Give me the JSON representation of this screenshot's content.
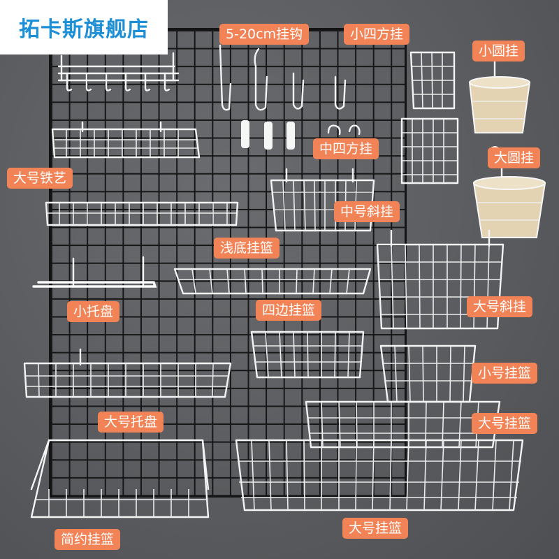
{
  "shop_name": "拓卡斯旗舰店",
  "labels": {
    "hook": "5-20cm挂钩",
    "small_square": "小四方挂",
    "small_round": "小圆挂",
    "mid_square": "中四方挂",
    "large_round": "大圆挂",
    "large_iron": "大号铁艺",
    "mid_slant": "中号斜挂",
    "shallow_basket": "浅底挂篮",
    "large_slant": "大号斜挂",
    "small_tray": "小托盘",
    "four_side": "四边挂篮",
    "small_basket": "小号挂篮",
    "large_tray": "大号托盘",
    "large_basket_right": "大号挂篮",
    "simple_basket": "简约挂篮",
    "large_basket_bottom": "大号挂篮"
  },
  "colors": {
    "background": "#5b5d60",
    "grid": "#161616",
    "wire": "#f4f4f4",
    "tag": "#f28356",
    "shop_name": "#1d8fd6",
    "wicker": "#e4d3b3"
  }
}
